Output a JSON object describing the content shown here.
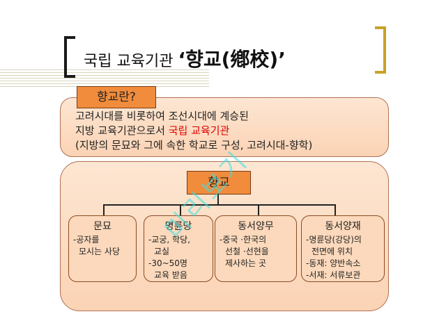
{
  "title": {
    "prefix": "국립 교육기관 ",
    "highlight": "‘향교(鄕校)’"
  },
  "definition": {
    "label": "향교란?",
    "line1": "고려시대를 비롯하여 조선시대에 계승된",
    "line2_prefix": "지방 교육기관으로서 ",
    "line2_red": "국립 교육기관",
    "line3": "(지방의 문묘와 그에 속한 학교로 구성, 고려시대-향학)"
  },
  "diagram": {
    "root": "향교",
    "children": [
      {
        "title": "문묘",
        "lines": [
          "-공자를",
          "모시는 사당"
        ]
      },
      {
        "title": "명륜당",
        "lines": [
          "-교궁, 학당,",
          "교실",
          "-30~50명",
          "교육 받음"
        ]
      },
      {
        "title": "동서양무",
        "lines": [
          "-중국 ·한국의",
          "선철 ·선현을",
          "제사하는 곳"
        ]
      },
      {
        "title": "동서양재",
        "lines": [
          "-명륜당(강당)의",
          "전면에 위치",
          "-동재: 양반속소",
          "-서재: 서류보관"
        ]
      }
    ]
  },
  "watermark": "미리보기",
  "colors": {
    "accent_orange": "#f08c3c",
    "box_fill": "#fcd9bc",
    "red_text": "#e00000",
    "bracket_gold": "#c9a227"
  }
}
